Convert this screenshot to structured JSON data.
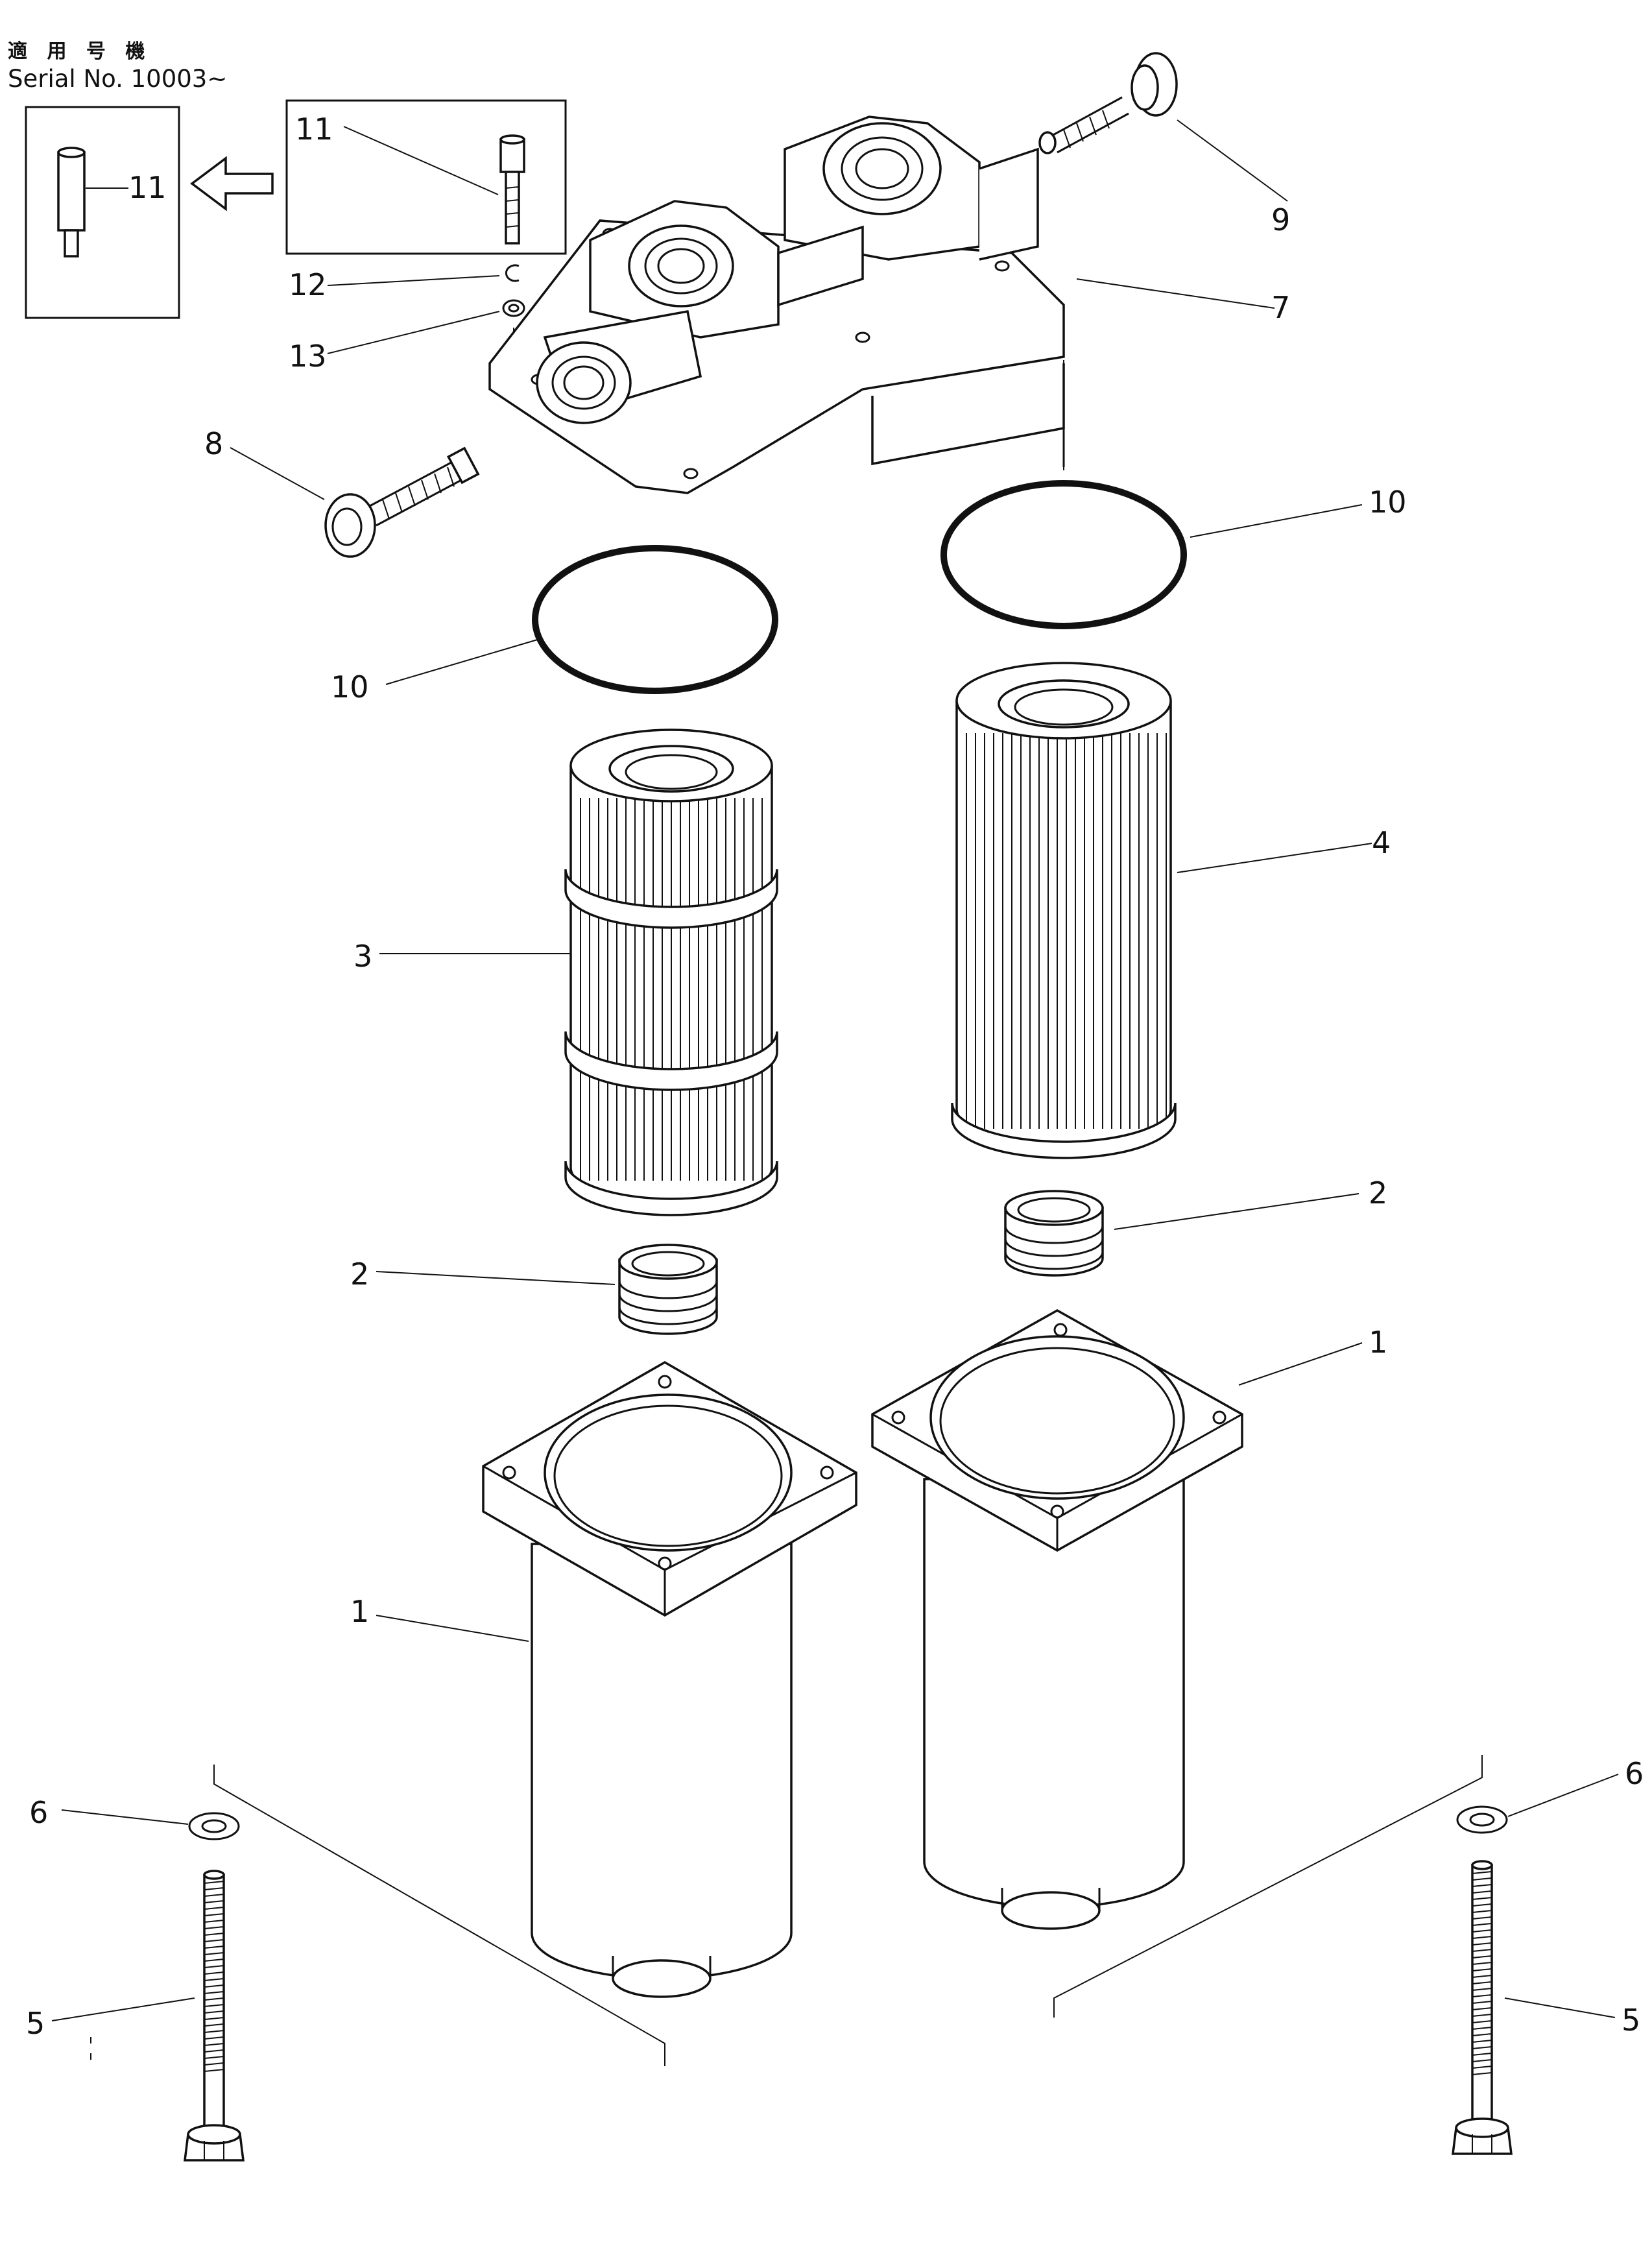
{
  "header": {
    "applicability_jp": "適 用 号 機",
    "serial": "Serial No. 10003~"
  },
  "callouts": {
    "c1a": "1",
    "c1b": "1",
    "c2a": "2",
    "c2b": "2",
    "c3": "3",
    "c4": "4",
    "c5a": "5",
    "c5b": "5",
    "c6a": "6",
    "c6b": "6",
    "c7": "7",
    "c8": "8",
    "c9": "9",
    "c10a": "10",
    "c10b": "10",
    "c11a": "11",
    "c11b": "11",
    "c12": "12",
    "c13": "13"
  }
}
